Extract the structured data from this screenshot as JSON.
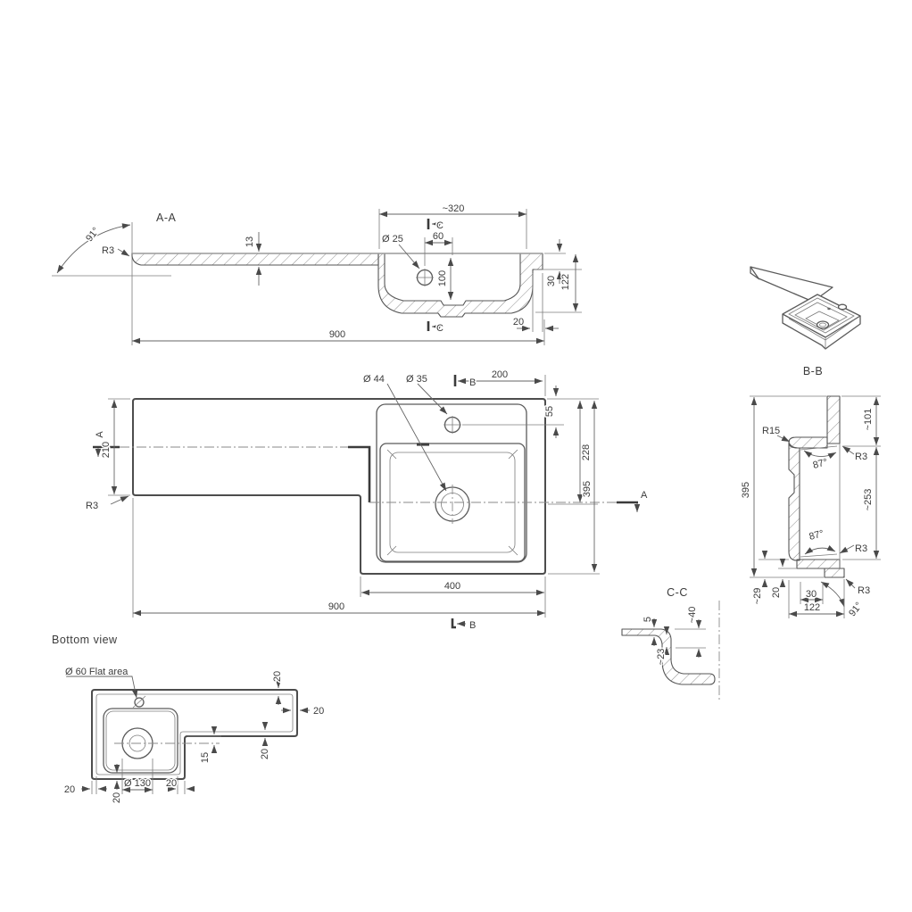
{
  "drawing": {
    "aa": {
      "label": "A-A",
      "angle": "91°",
      "r3": "R3",
      "t13": "13",
      "w320": "~320",
      "d25": "Ø 25",
      "off60": "60",
      "d100": "100",
      "d30": "30",
      "d122": "122",
      "d20": "20",
      "d900": "900",
      "c_top": "C",
      "c_bot": "C"
    },
    "plan": {
      "d44": "Ø 44",
      "d35": "Ø 35",
      "b_top": "B",
      "b_bot": "B",
      "d200": "200",
      "d55": "55",
      "d228": "228",
      "d395": "395",
      "a_left": "A",
      "a_right": "A",
      "d210": "210",
      "r3": "R3",
      "d400": "400",
      "d900": "900"
    },
    "iso": {
      "label": "B-B"
    },
    "bb": {
      "d395": "395",
      "r15": "R15",
      "d101": "~101",
      "r3_top": "R3",
      "a87_top": "87°",
      "d253": "~253",
      "a87_bot": "87°",
      "r3_mid": "R3",
      "d29": "~29",
      "d20": "20",
      "d30": "30",
      "d122": "122",
      "r3_bot": "R3",
      "a91": "91°"
    },
    "cc": {
      "label": "C-C",
      "d5": "5",
      "d40": "~40",
      "d23": "~23"
    },
    "bottom": {
      "title": "Bottom view",
      "flat": "Ø 60 Flat area",
      "t20": "20",
      "r20": "20",
      "m20": "20",
      "d15": "15",
      "l20": "20",
      "b20": "20",
      "d130": "Ø 130",
      "rr20": "20"
    }
  }
}
